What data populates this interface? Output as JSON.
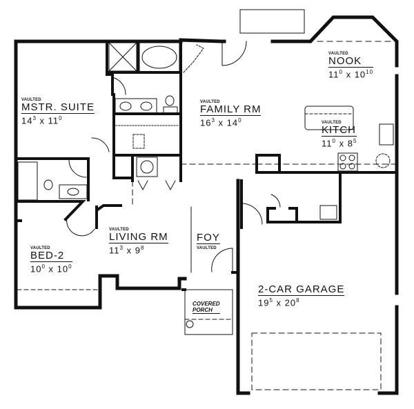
{
  "floor_plan": {
    "rooms": [
      {
        "id": "master-suite",
        "qualifier": "VAULTED",
        "name": "MSTR. SUITE",
        "dim_w": "14",
        "dim_w_sup": "3",
        "dim_d": "11",
        "dim_d_sup": "0"
      },
      {
        "id": "family-room",
        "qualifier": "VAULTED",
        "name": "FAMILY RM",
        "dim_w": "16",
        "dim_w_sup": "3",
        "dim_d": "14",
        "dim_d_sup": "0"
      },
      {
        "id": "nook",
        "qualifier": "VAULTED",
        "name": "NOOK",
        "dim_w": "11",
        "dim_w_sup": "0",
        "dim_d": "10",
        "dim_d_sup": "10"
      },
      {
        "id": "kitchen",
        "qualifier": "VAULTED",
        "name": "KITCH",
        "dim_w": "11",
        "dim_w_sup": "0",
        "dim_d": "8",
        "dim_d_sup": "5"
      },
      {
        "id": "bed-2",
        "qualifier": "VAULTED",
        "name": "BED-2",
        "dim_w": "10",
        "dim_w_sup": "0",
        "dim_d": "10",
        "dim_d_sup": "0"
      },
      {
        "id": "living-room",
        "qualifier": "VAULTED",
        "name": "LIVING RM",
        "dim_w": "11",
        "dim_w_sup": "3",
        "dim_d": "9",
        "dim_d_sup": "8"
      },
      {
        "id": "garage",
        "qualifier": "",
        "name": "2-CAR GARAGE",
        "dim_w": "19",
        "dim_w_sup": "5",
        "dim_d": "20",
        "dim_d_sup": "8"
      }
    ],
    "foyer": {
      "name": "FOY",
      "qualifier": "VAULTED"
    },
    "porch": {
      "line1": "COVERED",
      "line2": "PORCH"
    },
    "times_symbol": "x",
    "colors": {
      "wall": "#111111",
      "line": "#333333",
      "background": "#ffffff"
    }
  }
}
